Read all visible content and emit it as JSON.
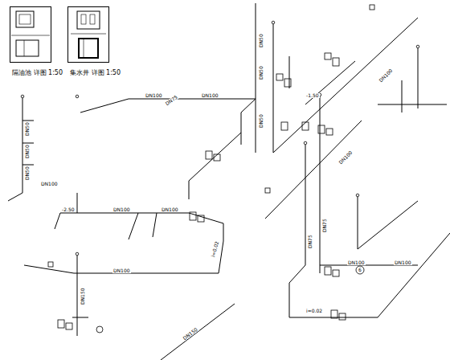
{
  "diagram": {
    "nodes": [
      {
        "text": [
          "隔油池 详图 1:50"
        ]
      },
      {
        "text": [
          "集水井 详图 1:50"
        ]
      }
    ],
    "labels": [
      "DN50",
      "DN50",
      "DN50",
      "DN100",
      "-2.50",
      "DN100",
      "DN100",
      "DN75",
      "DN50",
      "DN50",
      "DN50",
      "DN100",
      "DN100",
      "i=0.02",
      "DN100",
      "DN75",
      "DN75",
      "DN100",
      "DN100",
      "-1.50",
      "DN100",
      "DN100",
      "i=0.02",
      "6",
      "DN150",
      "DN150"
    ]
  }
}
